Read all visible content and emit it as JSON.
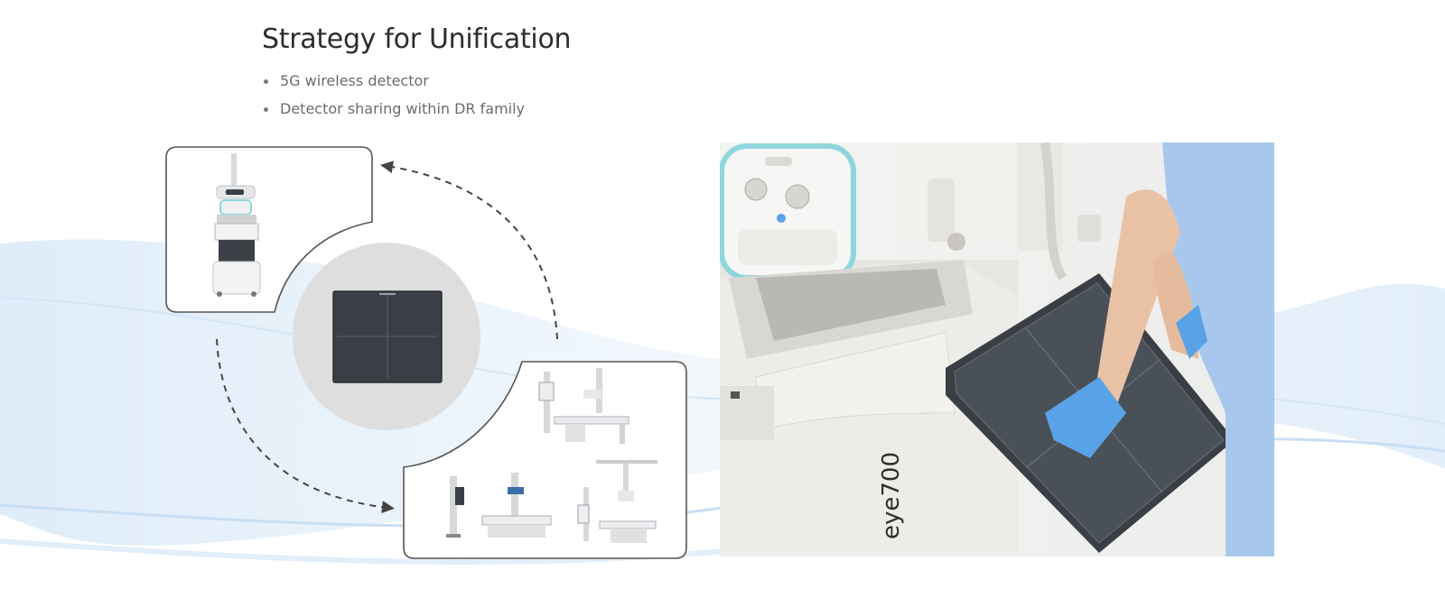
{
  "heading": {
    "title": "Strategy for Unification",
    "bullets": [
      "5G wireless detector",
      "Detector sharing within DR family"
    ]
  },
  "photo": {
    "model_label": "eye700"
  },
  "colors": {
    "wave": "#cfe3f6",
    "panel_border": "#555555",
    "arrow": "#444444",
    "detector_panel": "#3a3f45",
    "gray_circle": "#dedede",
    "handle_teal": "#8fd7dd",
    "glove_blue": "#5aa2e8",
    "scrubs_blue": "#a7c8ec"
  },
  "icons": [
    "portable-dr-machine-icon",
    "flat-panel-detector-icon",
    "dr-room-systems-icon",
    "dashed-cycle-arrow-icon"
  ]
}
